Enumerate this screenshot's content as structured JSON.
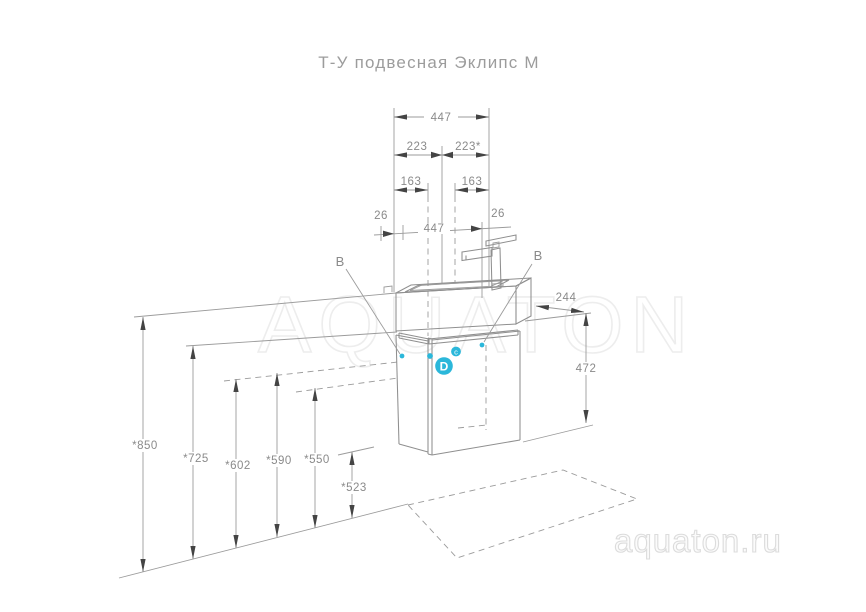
{
  "title": "Т-У подвесная Эклипс М",
  "watermarks": {
    "center": "AQUATON",
    "corner": "aquaton.ru"
  },
  "colors": {
    "accent": "#2bb7da",
    "line": "#8f8f8f",
    "dim_line": "#9b9b9b",
    "text": "#8a8a8a",
    "arrow": "#444444",
    "watermark": "#ededed"
  },
  "dimensions": {
    "top_width_total": "447",
    "top_left_half": "223",
    "top_right_half": "223*",
    "top_inner_left": "163",
    "top_inner_right": "163",
    "top_offset_left": "26",
    "top_back_width": "447",
    "top_offset_right": "26",
    "depth": "244",
    "cabinet_height": "472",
    "heights": [
      "*850",
      "*725",
      "*602",
      "*590",
      "*550",
      "*523"
    ]
  },
  "callouts": {
    "left": "B",
    "right": "B",
    "marker_large": "D",
    "marker_small": "c"
  }
}
